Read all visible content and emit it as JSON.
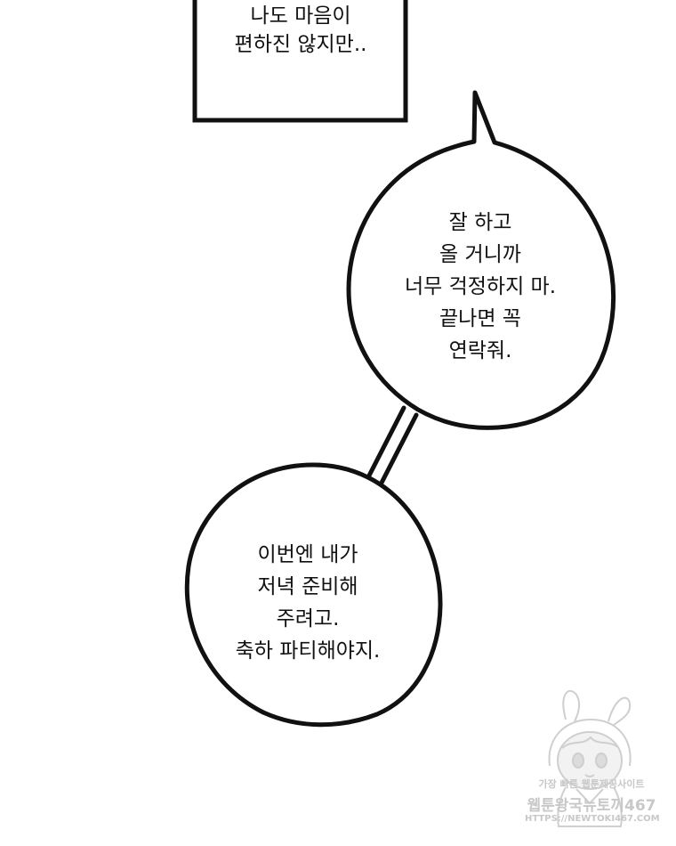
{
  "colors": {
    "background": "#ffffff",
    "ink": "#111111",
    "watermark": "#c8c8c8"
  },
  "narration_box": {
    "lines": [
      "나도 마음이",
      "편하진 않지만.."
    ]
  },
  "bubble_top": {
    "lines": [
      "잘 하고",
      "올 거니까",
      "너무 걱정하지 마.",
      "끝나면 꼭",
      "연락줘."
    ]
  },
  "bubble_bottom": {
    "lines": [
      "이번엔 내가",
      "저녁 준비해",
      "주려고.",
      "축하 파티해야지."
    ]
  },
  "watermark": {
    "line1": "가장 빠른 웹툰제공사이트",
    "line2": "웹툰왕국뉴토끼467",
    "line3": "HTTPS://NEWTOKI467.COM",
    "icon": "mascot-girl-icon"
  }
}
